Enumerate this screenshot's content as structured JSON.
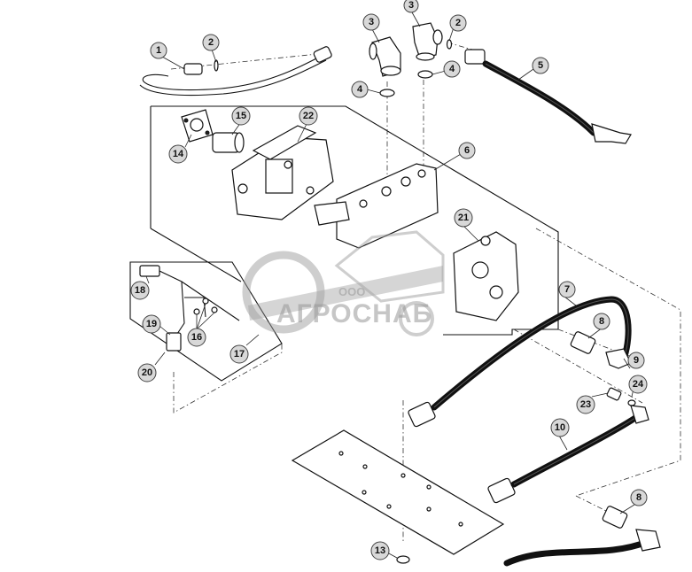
{
  "diagram": {
    "callouts": [
      {
        "id": "c1",
        "label": "1"
      },
      {
        "id": "c2a",
        "label": "2"
      },
      {
        "id": "c2b",
        "label": "2"
      },
      {
        "id": "c3a",
        "label": "3"
      },
      {
        "id": "c3b",
        "label": "3"
      },
      {
        "id": "c4a",
        "label": "4"
      },
      {
        "id": "c4b",
        "label": "4"
      },
      {
        "id": "c5",
        "label": "5"
      },
      {
        "id": "c6",
        "label": "6"
      },
      {
        "id": "c7",
        "label": "7"
      },
      {
        "id": "c8a",
        "label": "8"
      },
      {
        "id": "c8b",
        "label": "8"
      },
      {
        "id": "c9",
        "label": "9"
      },
      {
        "id": "c10",
        "label": "10"
      },
      {
        "id": "c13",
        "label": "13"
      },
      {
        "id": "c14",
        "label": "14"
      },
      {
        "id": "c15",
        "label": "15"
      },
      {
        "id": "c16",
        "label": "16"
      },
      {
        "id": "c17",
        "label": "17"
      },
      {
        "id": "c18",
        "label": "18"
      },
      {
        "id": "c19",
        "label": "19"
      },
      {
        "id": "c20",
        "label": "20"
      },
      {
        "id": "c21",
        "label": "21"
      },
      {
        "id": "c22",
        "label": "22"
      },
      {
        "id": "c23",
        "label": "23"
      },
      {
        "id": "c24",
        "label": "24"
      }
    ]
  },
  "watermark": {
    "prefix": "ООО",
    "name": "АГРОСНАБ",
    "logo": "combine-harvester-gear-logo"
  }
}
